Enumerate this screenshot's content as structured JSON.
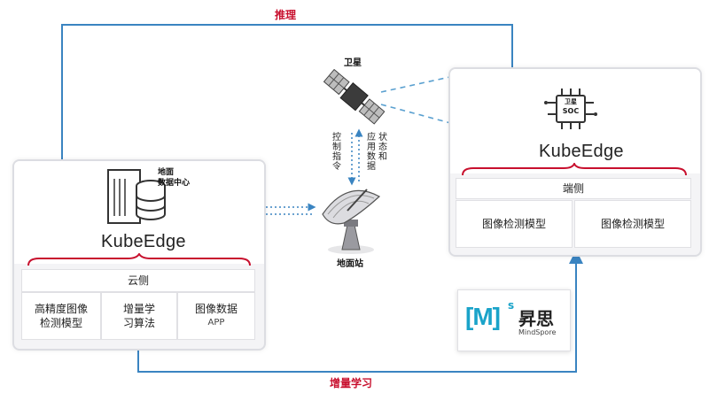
{
  "flows": {
    "inference_label": "推理",
    "incremental_label": "增量学习"
  },
  "cloud": {
    "datacenter_label_line1": "地面",
    "datacenter_label_line2": "数据中心",
    "kubeedge": "KubeEdge",
    "side_label": "云侧",
    "modules": [
      {
        "line1": "高精度图像",
        "line2": "检测模型"
      },
      {
        "line1": "增量学",
        "line2": "习算法"
      },
      {
        "line1": "图像数据",
        "line2": "APP"
      }
    ]
  },
  "satellite": {
    "label": "卫星",
    "control_text": "控制指令",
    "status_col1": "应用数据",
    "status_col2": "状态和"
  },
  "ground_station": {
    "label": "地面站"
  },
  "edge": {
    "chip_line1": "卫星",
    "chip_line2": "SOC",
    "kubeedge": "KubeEdge",
    "side_label": "端侧",
    "modules": [
      {
        "line1": "图像检测模型"
      },
      {
        "line1": "图像检测模型"
      }
    ]
  },
  "mindspore": {
    "logo_text": "[M]",
    "superscript": "s",
    "cn_name": "昇思",
    "en_name": "MindSpore"
  },
  "colors": {
    "flow_line": "#3a84c1",
    "red_accent": "#c8102e",
    "panel_bg": "#f4f4f6"
  }
}
